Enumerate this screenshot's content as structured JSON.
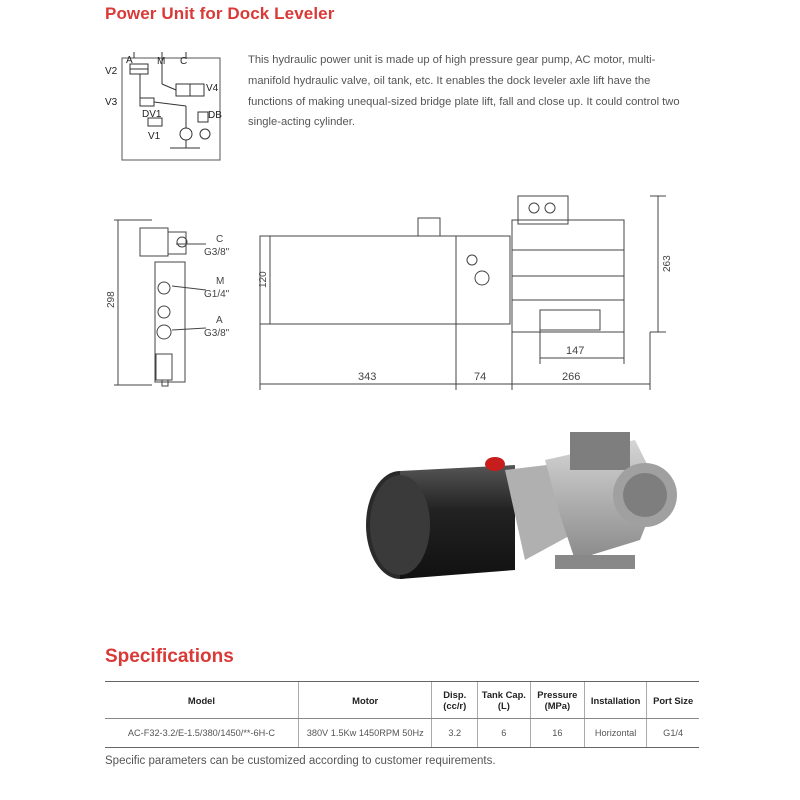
{
  "header": {
    "title": "Power Unit for Dock Leveler"
  },
  "description": "This hydraulic power unit is made up of high pressure gear pump, AC motor, multi-manifold hydraulic valve, oil tank, etc. It enables the dock leveler axle lift have the functions of making unequal-sized bridge plate lift, fall and close up. It could control two single-acting cylinder.",
  "schematic": {
    "labels": {
      "a": "A",
      "m": "M",
      "c": "C",
      "v2": "V2",
      "v3": "V3",
      "v4": "V4",
      "dv1": "DV1",
      "v1": "V1",
      "db": "DB"
    }
  },
  "side_view": {
    "height_dim": "298",
    "port_c": "C",
    "port_c_size": "G3/8\"",
    "port_m": "M",
    "port_m_size": "G1/4\"",
    "port_a": "A",
    "port_a_size": "G3/8\""
  },
  "main_view": {
    "dim_tank_height": "120",
    "dim_total_height": "263",
    "dim_tank_length": "343",
    "dim_manifold": "74",
    "dim_motor": "266",
    "dim_base": "147"
  },
  "specifications": {
    "title": "Specifications",
    "columns": [
      "Model",
      "Motor",
      "Disp. (cc/r)",
      "Tank Cap. (L)",
      "Pressure (MPa)",
      "Installation",
      "Port Size"
    ],
    "rows": [
      [
        "AC-F32-3.2/E-1.5/380/1450/**-6H-C",
        "380V 1.5Kw 1450RPM 50Hz",
        "3.2",
        "6",
        "16",
        "Horizontal",
        "G1/4"
      ]
    ]
  },
  "footnote": "Specific parameters can be customized according to customer requirements.",
  "colors": {
    "accent": "#d93a37",
    "text": "#555555",
    "line": "#666666"
  }
}
